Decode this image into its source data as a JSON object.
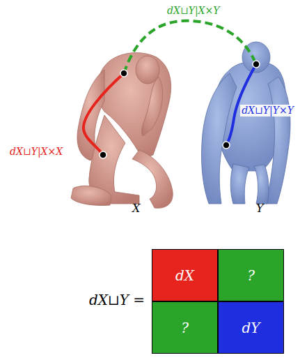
{
  "diagram": {
    "nodes": [
      {
        "text": [
          "dX"
        ]
      },
      {
        "text": [
          "?"
        ]
      },
      {
        "text": [
          "?"
        ]
      },
      {
        "text": [
          "dY"
        ]
      }
    ],
    "labels": [
      "dX⊔Y|X×Y",
      "dX⊔Y|X×X",
      "dX⊔Y|Y×Y",
      "X",
      "Y",
      "dX⊔Y ="
    ]
  }
}
